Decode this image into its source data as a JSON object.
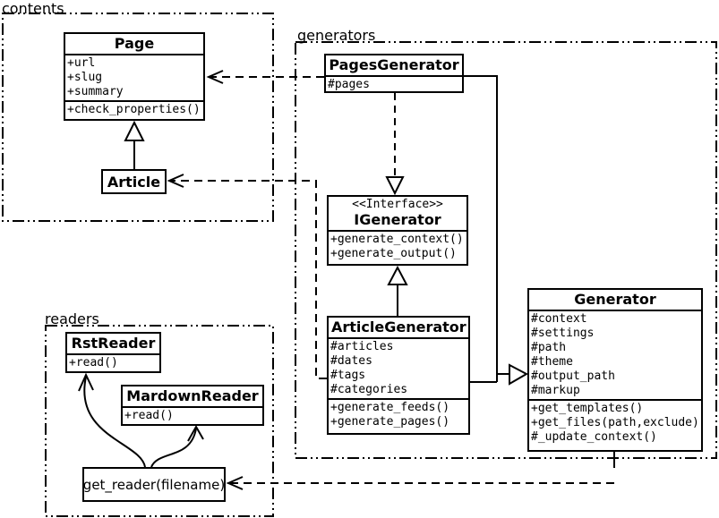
{
  "diagram": {
    "packages": {
      "contents": "contents",
      "generators": "generators",
      "readers": "readers"
    },
    "classes": {
      "page": {
        "name": "Page",
        "attributes": [
          "+url",
          "+slug",
          "+summary"
        ],
        "methods": [
          "+check_properties()"
        ]
      },
      "article": {
        "name": "Article"
      },
      "pages_generator": {
        "name": "PagesGenerator",
        "attributes": [
          "#pages"
        ]
      },
      "igenerator": {
        "stereotype": "<<Interface>>",
        "name": "IGenerator",
        "methods": [
          "+generate_context()",
          "+generate_output()"
        ]
      },
      "article_generator": {
        "name": "ArticleGenerator",
        "attributes": [
          "#articles",
          "#dates",
          "#tags",
          "#categories"
        ],
        "methods": [
          "+generate_feeds()",
          "+generate_pages()"
        ]
      },
      "generator": {
        "name": "Generator",
        "attributes": [
          "#context",
          "#settings",
          "#path",
          "#theme",
          "#output_path",
          "#markup"
        ],
        "methods": [
          "+get_templates()",
          "+get_files(path,exclude)",
          "#_update_context()"
        ]
      },
      "rst_reader": {
        "name": "RstReader",
        "methods": [
          "+read()"
        ]
      },
      "mardown_reader": {
        "name": "MardownReader",
        "methods": [
          "+read()"
        ]
      },
      "get_reader": {
        "label": "get_reader(filename)"
      }
    },
    "colors": {
      "line": "#000000",
      "background": "#ffffff",
      "box_fill": "#ffffff"
    }
  }
}
